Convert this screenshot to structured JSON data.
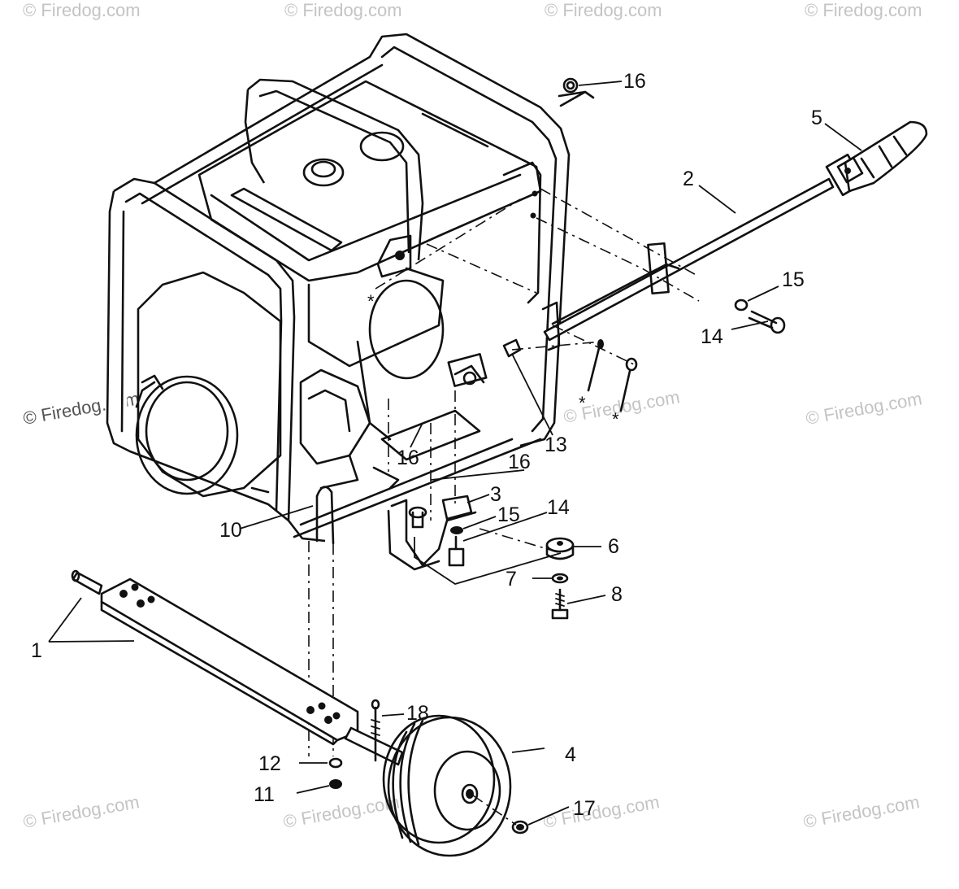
{
  "watermarks": [
    "© Firedog.com",
    "© Firedog.com",
    "© Firedog.com",
    "© Firedog.com",
    "© Firedog.com",
    "© Firedog.com",
    "© Firedog.com",
    "© Firedog.com",
    "© Firedog.com",
    "© Firedog.com",
    "© Firedog.com"
  ],
  "callouts": {
    "c1": "1",
    "c2": "2",
    "c3": "3",
    "c4": "4",
    "c5": "5",
    "c6": "6",
    "c7": "7",
    "c8": "8",
    "c10": "10",
    "c11": "11",
    "c12": "12",
    "c13": "13",
    "c14a": "14",
    "c14b": "14",
    "c15a": "15",
    "c15b": "15",
    "c16a": "16",
    "c16b": "16",
    "c16c": "16",
    "c17": "17",
    "c18": "18"
  },
  "markers": {
    "asterisk": "*"
  }
}
